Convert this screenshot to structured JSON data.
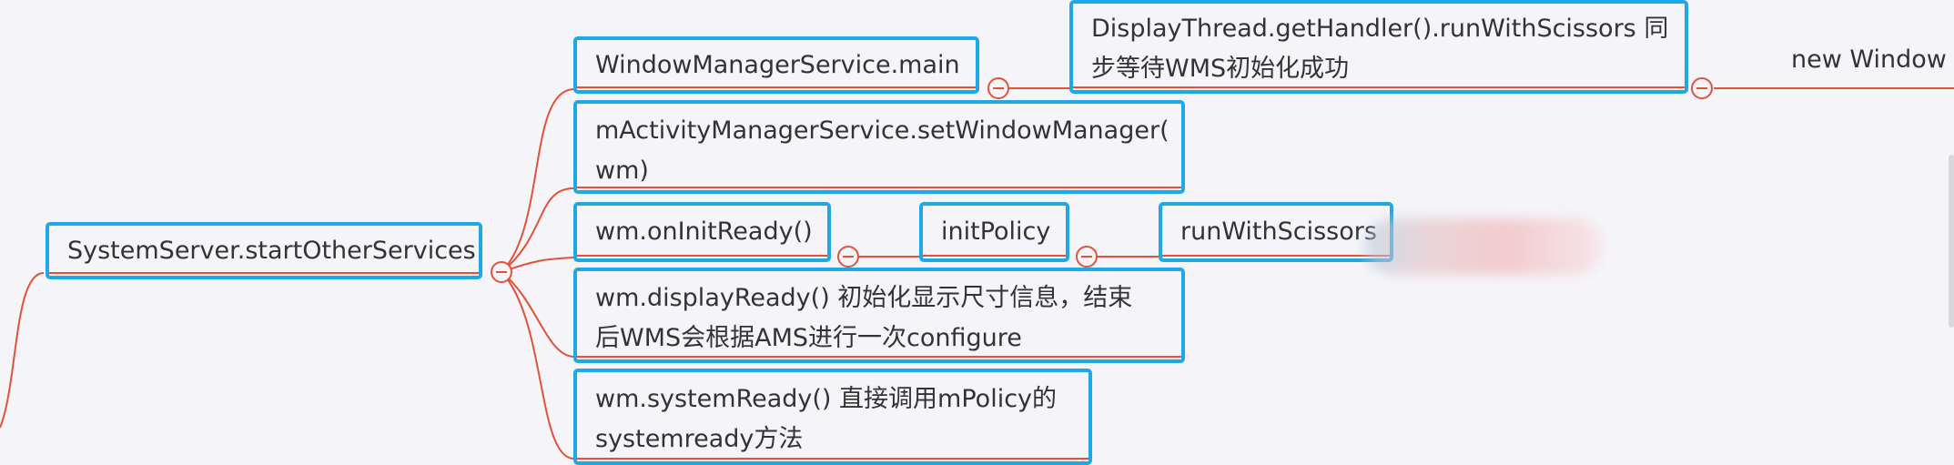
{
  "nodes": {
    "root": "SystemServer.startOtherServices",
    "main": "WindowManagerService.main",
    "display_thread": [
      "DisplayThread.getHandler().runWithScissors 同",
      "步等待WMS初始化成功"
    ],
    "new_window": "new Window",
    "set_window_manager": [
      "mActivityManagerService.setWindowManager(",
      "wm)"
    ],
    "on_init_ready": "wm.onInitReady()",
    "init_policy": "initPolicy",
    "run_with_scissors": "runWithScissors",
    "display_ready": [
      "wm.displayReady() 初始化显示尺寸信息，结束",
      "后WMS会根据AMS进行一次configure"
    ],
    "system_ready": [
      "wm.systemReady() 直接调用mPolicy的",
      "systemready方法"
    ]
  },
  "colors": {
    "connector": "#e0533b",
    "node_border": "#1fa8e6",
    "background": "#f5f4f9",
    "text": "#333333"
  }
}
